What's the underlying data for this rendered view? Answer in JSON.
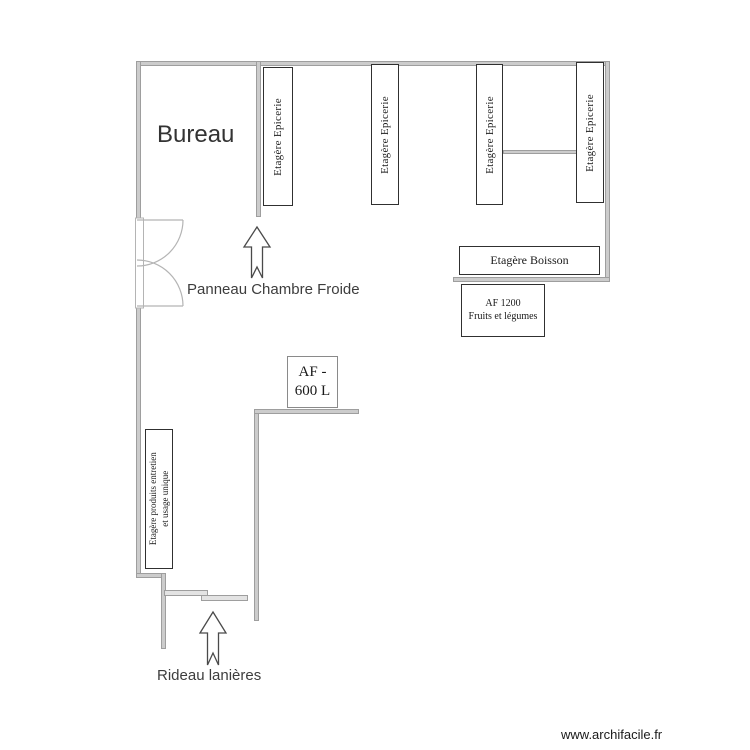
{
  "plan": {
    "rooms": {
      "bureau_label": "Bureau"
    },
    "annotations": {
      "panneau_chambre_froide": "Panneau Chambre Froide",
      "rideau_lanieres": "Rideau lanières"
    },
    "furniture": {
      "shelves_epicerie": [
        "Etagère Epicerie",
        "Etagère Epicerie",
        "Etagère Epicerie",
        "Etagère Epicerie"
      ],
      "boisson_label": "Etagère Boisson",
      "af1200_line1": "AF 1200",
      "af1200_line2": "Fruits et légumes",
      "af600_line1": "AF -",
      "af600_line2": "600 L",
      "produits_line1": "Etagère produits entretien",
      "produits_line2": "et usage unique"
    },
    "colors": {
      "wall_fill": "#cccccc",
      "wall_border": "#9e9e9e",
      "furniture_border": "#303030",
      "text": "#3d3d3d"
    }
  },
  "footer": {
    "watermark": "www.archifacile.fr"
  }
}
